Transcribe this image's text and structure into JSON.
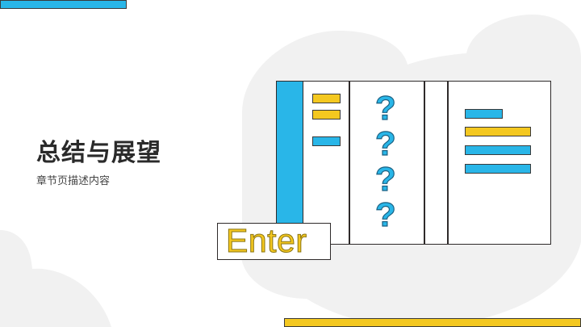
{
  "slide": {
    "title": "总结与展望",
    "subtitle": "章节页描述内容",
    "enter_label": "Enter",
    "question_marks": [
      "?",
      "?",
      "?",
      "?"
    ]
  },
  "colors": {
    "blue": "#29b6e8",
    "yellow": "#f4c820",
    "outline": "#2e2a2a",
    "cloud": "#f1f1f1",
    "title_text": "#2a2a2a"
  },
  "icons": {
    "background_clouds": "cloud-shape",
    "illustration": "open-book-with-question-marks"
  }
}
